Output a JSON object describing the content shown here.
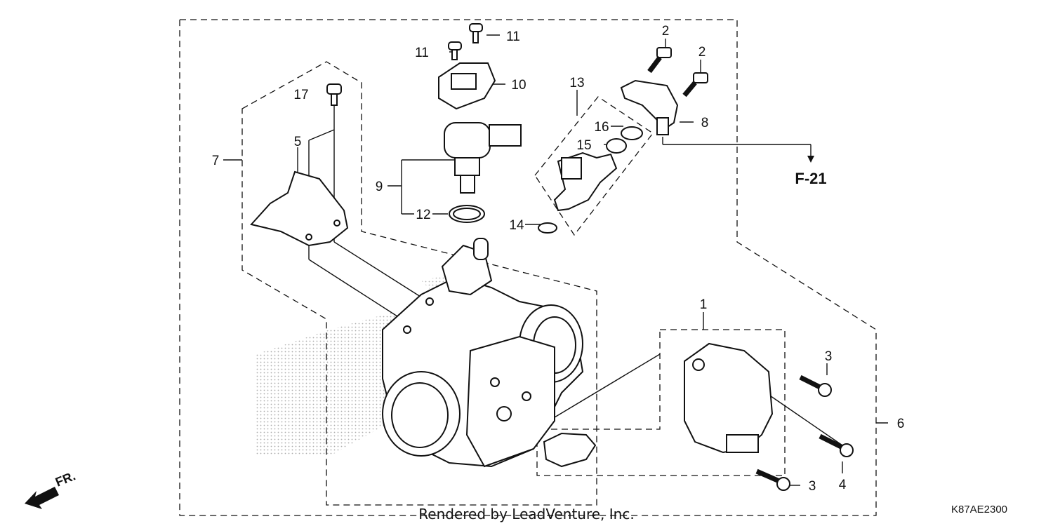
{
  "diagram": {
    "callouts": [
      {
        "id": "c1",
        "text": "1"
      },
      {
        "id": "c2a",
        "text": "2"
      },
      {
        "id": "c2b",
        "text": "2"
      },
      {
        "id": "c3a",
        "text": "3"
      },
      {
        "id": "c3b",
        "text": "3"
      },
      {
        "id": "c4",
        "text": "4"
      },
      {
        "id": "c5",
        "text": "5"
      },
      {
        "id": "c6",
        "text": "6"
      },
      {
        "id": "c7",
        "text": "7"
      },
      {
        "id": "c8",
        "text": "8"
      },
      {
        "id": "c9",
        "text": "9"
      },
      {
        "id": "c10",
        "text": "10"
      },
      {
        "id": "c11a",
        "text": "11"
      },
      {
        "id": "c11b",
        "text": "11"
      },
      {
        "id": "c12",
        "text": "12"
      },
      {
        "id": "c13",
        "text": "13"
      },
      {
        "id": "c14",
        "text": "14"
      },
      {
        "id": "c15",
        "text": "15"
      },
      {
        "id": "c16",
        "text": "16"
      },
      {
        "id": "c17",
        "text": "17"
      }
    ],
    "reference": "F-21",
    "direction": "FR.",
    "diagram_code": "K87AE2300",
    "credit": "Rendered by LeadVenture, Inc."
  }
}
